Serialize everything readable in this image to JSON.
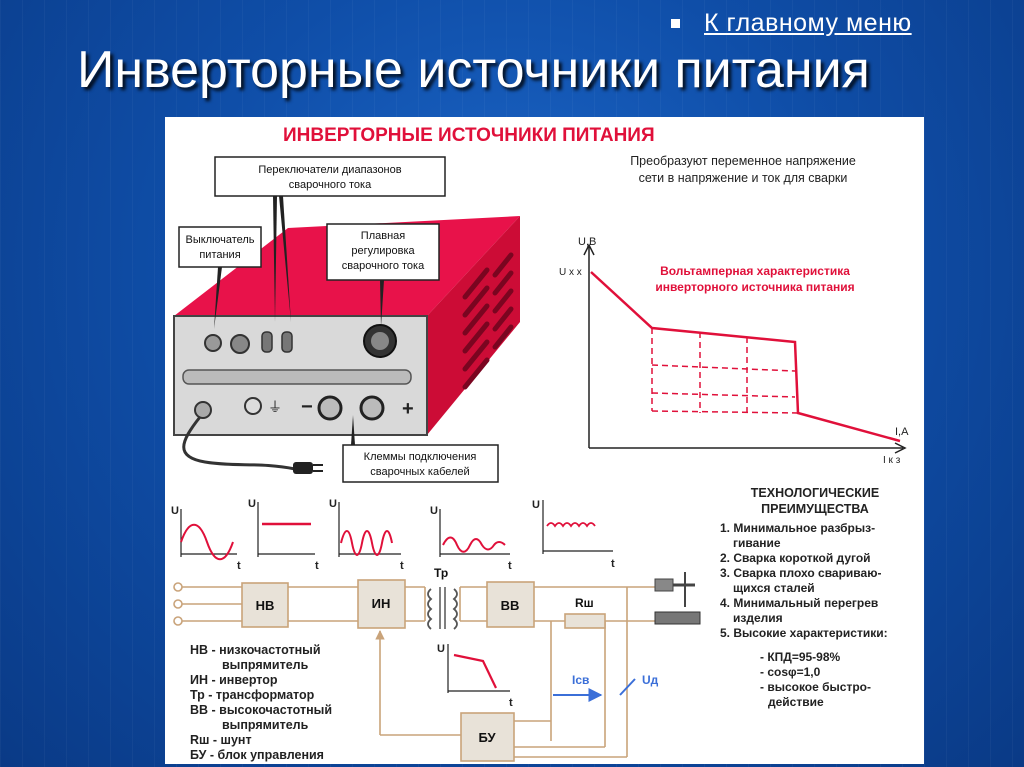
{
  "nav": {
    "main_menu_link": "К главному меню"
  },
  "slide": {
    "title": "Инверторные источники питания"
  },
  "poster": {
    "heading": "ИНВЕРТОРНЫЕ ИСТОЧНИКИ ПИТАНИЯ",
    "description": [
      "Преобразуют переменное напряжение",
      "сети в напряжение и ток для сварки"
    ],
    "device_callouts": {
      "range_switches": [
        "Переключатели диапазонов",
        "сварочного тока"
      ],
      "power_switch": [
        "Выключатель",
        "питания"
      ],
      "smooth_adjust": [
        "Плавная",
        "регулировка",
        "сварочного тока"
      ],
      "terminals": [
        "Клеммы подключения",
        "сварочных кабелей"
      ],
      "minus_sign": "−",
      "plus_sign": "+"
    },
    "va_chart": {
      "y_axis_label": "U,B",
      "y_tick": "U х х",
      "x_axis_label": "I,A",
      "x_tick": "I к з",
      "title": [
        "Вольтамперная характеристика",
        "инверторного источника питания"
      ]
    },
    "waveforms": {
      "u_label": "U",
      "t_label": "t"
    },
    "block_labels": {
      "nv": "НВ",
      "in": "ИН",
      "tr": "Тр",
      "vv": "ВВ",
      "rsh": "Rш",
      "bu": "БУ",
      "isv": "Iсв",
      "ud": "Uд"
    },
    "advantages": {
      "title": [
        "ТЕХНОЛОГИЧЕСКИЕ",
        "ПРЕИМУЩЕСТВА"
      ],
      "items": [
        "1. Минимальное разбрыз-",
        "гивание",
        "2. Сварка короткой дугой",
        "3. Сварка плохо свариваю-",
        "щихся сталей",
        "4. Минимальный перегрев",
        "изделия",
        "5. Высокие характеристики:"
      ],
      "sub_items": [
        "- КПД=95-98%",
        "- cosφ=1,0",
        "- высокое быстро-",
        "действие"
      ]
    },
    "legend": [
      "НВ - низкочастотный",
      "выпрямитель",
      "ИН - инвертор",
      "Тр - трансформатор",
      "ВВ - высокочастотный",
      "выпрямитель",
      "Rш - шунт",
      "БУ - блок управления"
    ]
  },
  "colors": {
    "accent_red": "#e0103a",
    "wire_tan": "#c9a37a",
    "slide_blue": "#1458b8"
  }
}
